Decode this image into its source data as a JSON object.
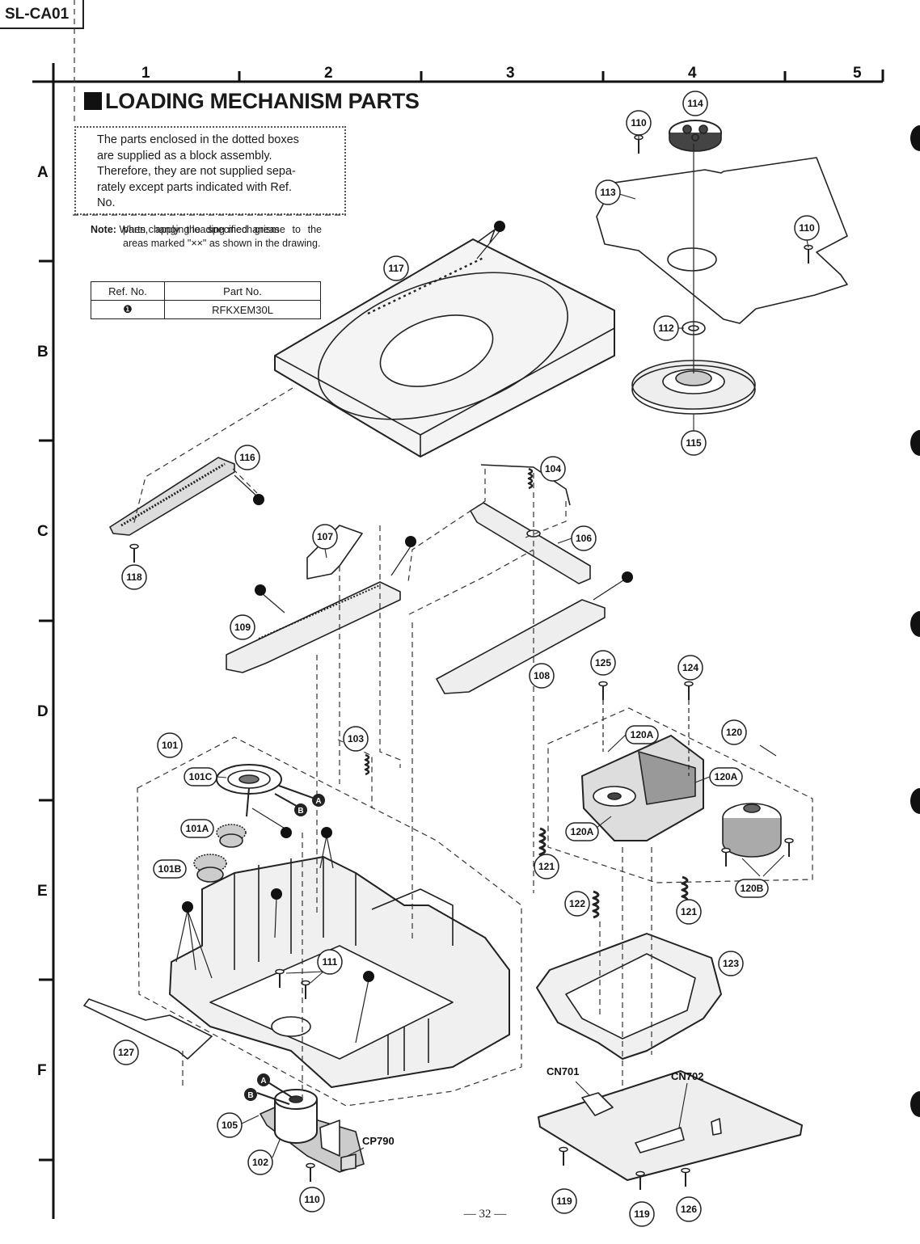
{
  "header": {
    "model": "SL-CA01"
  },
  "title": "LOADING MECHANISM PARTS",
  "grid": {
    "columns": [
      "1",
      "2",
      "3",
      "4",
      "5"
    ],
    "rows": [
      "A",
      "B",
      "C",
      "D",
      "E",
      "F"
    ]
  },
  "notice": {
    "lines": [
      "The parts enclosed in the dotted boxes",
      "are supplied as a block assembly.",
      "Therefore, they are not supplied sepa-",
      "rately except parts indicated with Ref.",
      "No."
    ]
  },
  "note": {
    "label": "Note:",
    "first": "When changing loading mechanism",
    "rest": "parts, apply the specified grease to the areas marked \"××\" as shown in the drawing."
  },
  "ref_table": {
    "headers": [
      "Ref. No.",
      "Part No."
    ],
    "rows": [
      {
        "ref": "❶",
        "part": "RFKXEM30L"
      }
    ]
  },
  "callouts": {
    "p110": "110",
    "p114": "114",
    "p113": "113",
    "p117": "117",
    "p112": "112",
    "p115": "115",
    "p116": "116",
    "p104": "104",
    "p118": "118",
    "p107": "107",
    "p106": "106",
    "p109": "109",
    "p108": "108",
    "p125": "125",
    "p124": "124",
    "p101": "101",
    "p103": "103",
    "p120": "120",
    "p120a": "120A",
    "p101c": "101C",
    "p101a": "101A",
    "p101b": "101B",
    "p121": "121",
    "p122": "122",
    "p120b": "120B",
    "p111": "111",
    "p123": "123",
    "p127": "127",
    "p105": "105",
    "p102": "102",
    "p119": "119",
    "p126": "126"
  },
  "labels": {
    "cn701": "CN701",
    "cn702": "CN702",
    "cp790": "CP790",
    "belt_a": "A",
    "belt_b": "B"
  },
  "page_number": "— 32 —"
}
